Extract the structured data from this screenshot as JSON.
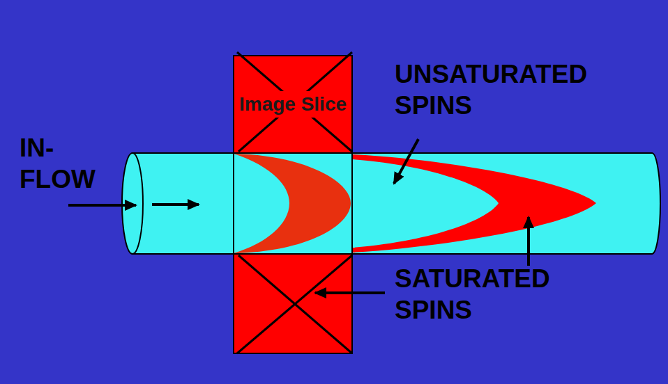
{
  "diagram": {
    "nodes": [
      {
        "text": [
          "Image Slice"
        ]
      }
    ],
    "labels": [
      "IN- FLOW",
      "UNSATURATED SPINS",
      "SATURATED SPINS"
    ]
  }
}
